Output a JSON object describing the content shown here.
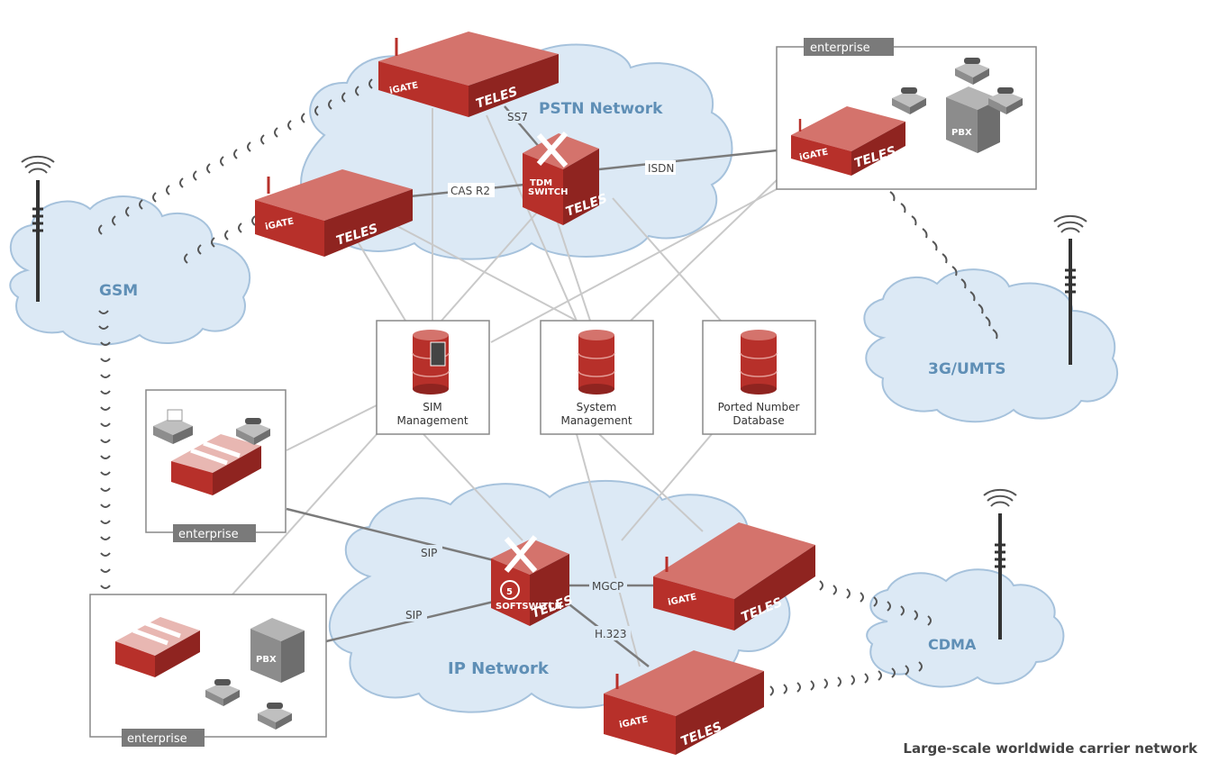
{
  "caption": "Large-scale worldwide carrier network",
  "clouds": {
    "pstn": "PSTN Network",
    "gsm": "GSM",
    "umts": "3G/UMTS",
    "ip": "IP Network",
    "cdma": "CDMA"
  },
  "links": {
    "ss7": "SS7",
    "cas_r2": "CAS R2",
    "isdn": "ISDN",
    "sip_top": "SIP",
    "sip_bottom": "SIP",
    "mgcp": "MGCP",
    "h323": "H.323"
  },
  "servers": {
    "sim": [
      "SIM",
      "Management"
    ],
    "system": [
      "System",
      "Management"
    ],
    "ported": [
      "Ported Number",
      "Database"
    ]
  },
  "enterprise": {
    "top_right": "enterprise",
    "left": "enterprise",
    "bottom_left": "enterprise"
  },
  "devices": {
    "igate": "iGATE",
    "teles": "TELES",
    "pbx": "PBX",
    "tdm_switch": [
      "TDM",
      "SWITCH"
    ],
    "softswitch": "SOFTSWITCH",
    "softswitch_num": "5"
  },
  "colors": {
    "device_top": "#d4736c",
    "device_front": "#b7302a",
    "device_side": "#8f2420",
    "cloud_fill": "#dce9f5",
    "cloud_stroke": "#a6c2dc",
    "line": "#c9c9c9",
    "tag": "#7a7a7a"
  }
}
